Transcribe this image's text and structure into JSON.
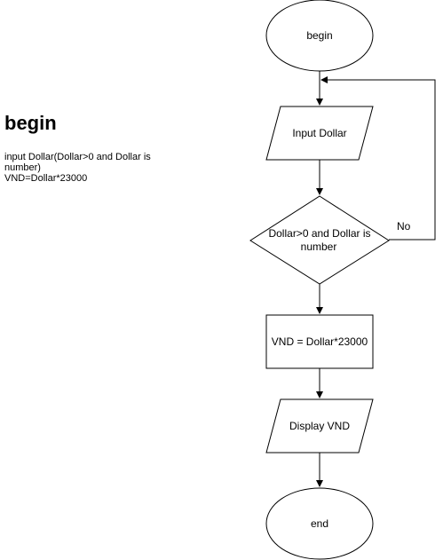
{
  "pseudocode": {
    "title": "begin",
    "lines": [
      "input Dollar(Dollar>0 and Dollar is number)",
      "VND=Dollar*23000"
    ]
  },
  "flowchart": {
    "start": "begin",
    "input": "Input Dollar",
    "decision_line1": "Dollar>0 and Dollar is",
    "decision_line2": "number",
    "no_label": "No",
    "process": "VND = Dollar*23000",
    "output": "Display VND",
    "end": "end"
  },
  "colors": {
    "stroke": "#000000",
    "fill": "#ffffff"
  }
}
